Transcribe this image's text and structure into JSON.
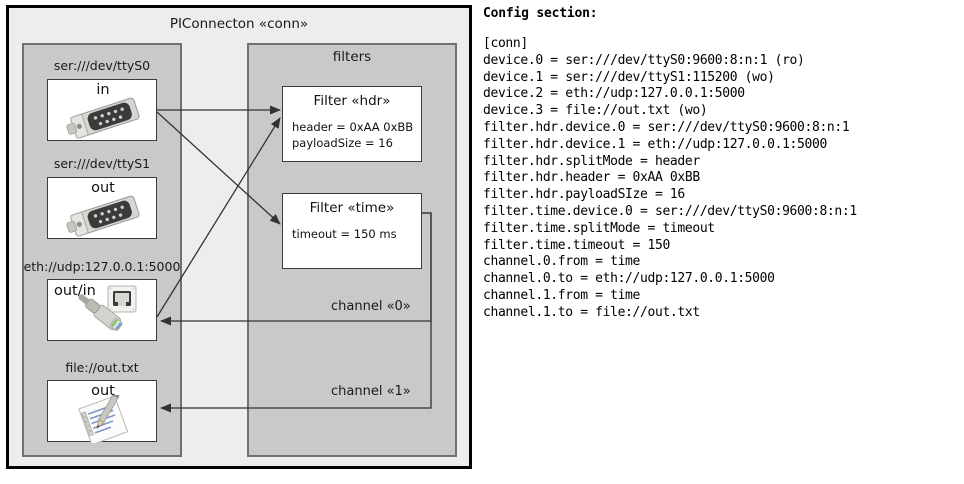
{
  "diagram": {
    "title": "PIConnecton «conn»",
    "devices_group": {
      "name": "devices-group",
      "items": [
        {
          "label": "ser:///dev/ttyS0",
          "io": "in",
          "icon": "serial-connector-icon"
        },
        {
          "label": "ser:///dev/ttyS1",
          "io": "out",
          "icon": "serial-connector-icon"
        },
        {
          "label": "eth://udp:127.0.0.1:5000",
          "io": "out/in",
          "icon": "ethernet-jack-icon"
        },
        {
          "label": "file://out.txt",
          "io": "out",
          "icon": "text-file-pencil-icon"
        }
      ]
    },
    "filters_group": {
      "title": "filters",
      "filters": [
        {
          "title": "Filter «hdr»",
          "props": [
            "header = 0xAA 0xBB",
            "payloadSize = 16"
          ]
        },
        {
          "title": "Filter «time»",
          "props": [
            "timeout = 150 ms"
          ]
        }
      ]
    },
    "channels": [
      {
        "label": "channel «0»"
      },
      {
        "label": "channel «1»"
      }
    ]
  },
  "config": {
    "heading": "Config section:",
    "lines": [
      "[conn]",
      "device.0 = ser:///dev/ttyS0:9600:8:n:1 (ro)",
      "device.1 = ser:///dev/ttyS1:115200 (wo)",
      "device.2 = eth://udp:127.0.0.1:5000",
      "device.3 = file://out.txt (wo)",
      "filter.hdr.device.0 = ser:///dev/ttyS0:9600:8:n:1",
      "filter.hdr.device.1 = eth://udp:127.0.0.1:5000",
      "filter.hdr.splitMode = header",
      "filter.hdr.header = 0xAA 0xBB",
      "filter.hdr.payloadSIze = 16",
      "filter.time.device.0 = ser:///dev/ttyS0:9600:8:n:1",
      "filter.time.splitMode = timeout",
      "filter.time.timeout = 150",
      "channel.0.from = time",
      "channel.0.to = eth://udp:127.0.0.1:5000",
      "channel.1.from = time",
      "channel.1.to = file://out.txt"
    ]
  },
  "colors": {
    "canvas": "#ffffff",
    "outer_fill": "#ededed",
    "group_fill": "#c9c9c9",
    "group_stroke": "#707070",
    "box_fill": "#ffffff",
    "box_stroke": "#3a3a3a",
    "frame_stroke": "#000000",
    "wire_stroke": "#333333"
  }
}
